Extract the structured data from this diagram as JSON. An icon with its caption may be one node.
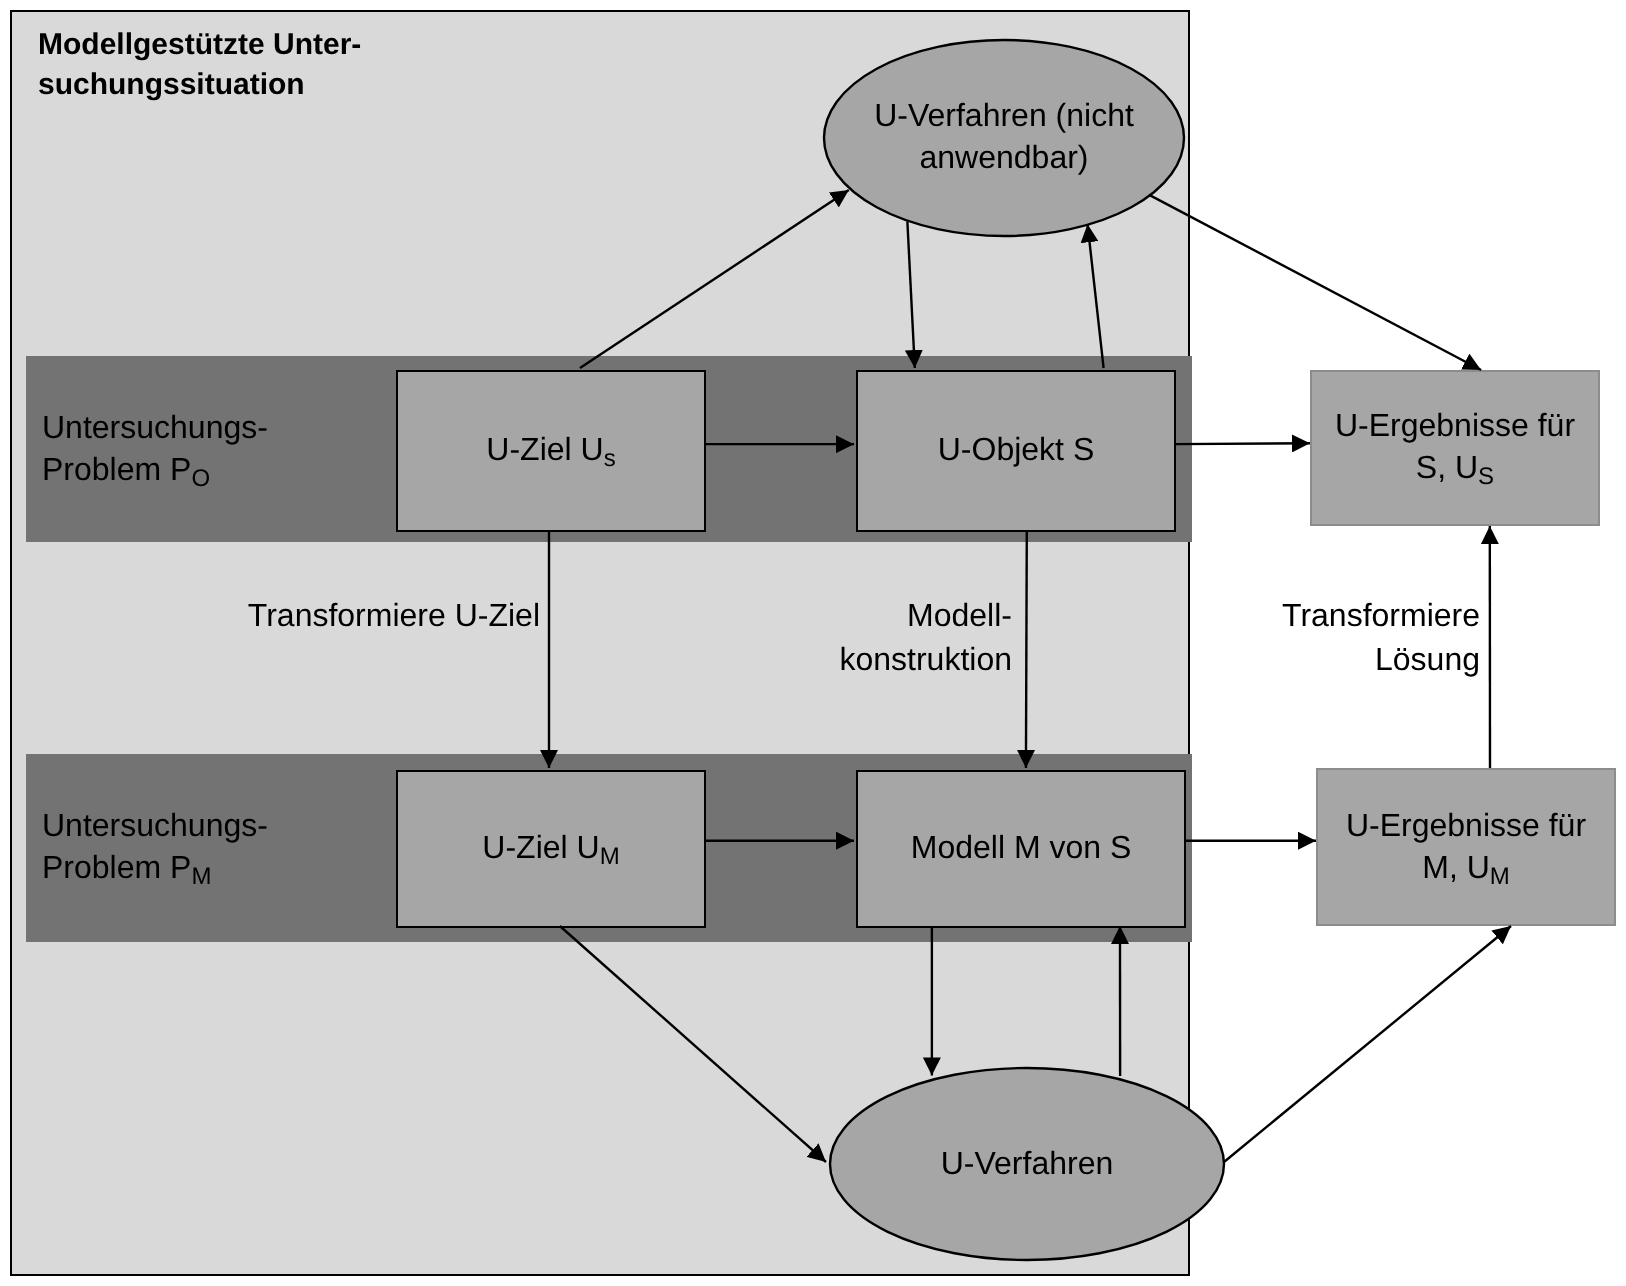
{
  "diagram": {
    "nodes": [
      {
        "text": [
          "Modellgestützte Unter- suchungssituation"
        ]
      },
      {
        "text": [
          "Untersuchungs- Problem P$_{O}$"
        ],
        "in": 0
      },
      {
        "text": [
          "U-Ziel U$_{s}$"
        ],
        "in": 1
      },
      {
        "text": [
          "U-Objekt S"
        ],
        "in": 1
      },
      {
        "text": [
          "U-Verfahren (nicht anwendbar)"
        ],
        "in": 0
      },
      {
        "text": [
          "U-Ergebnisse für S, U$_{S}$"
        ]
      },
      {
        "text": [
          "Untersuchungs- Problem P$_{M}$"
        ],
        "in": 0
      },
      {
        "text": [
          "U-Ziel U$_{M}$"
        ],
        "in": 6
      },
      {
        "text": [
          "Modell M von S"
        ],
        "in": 6
      },
      {
        "text": [
          "U-Verfahren"
        ],
        "in": 0
      },
      {
        "text": [
          "U-Ergebnisse für M, U$_{M}$"
        ]
      }
    ],
    "edges": [
      {
        "from": 2,
        "to": 4,
        "arrow": "to"
      },
      {
        "from": 4,
        "to": 3,
        "arrow": "to"
      },
      {
        "from": 3,
        "to": 4,
        "arrow": "to"
      },
      {
        "from": 2,
        "to": 3,
        "arrow": "to"
      },
      {
        "from": 3,
        "to": 5,
        "arrow": "to"
      },
      {
        "from": 4,
        "to": 5,
        "arrow": "to"
      },
      {
        "from": 2,
        "to": 7,
        "arrow": "to",
        "label": "Transformiere U-Ziel"
      },
      {
        "from": 3,
        "to": 8,
        "arrow": "to",
        "label": "Modell- konstruktion"
      },
      {
        "from": 10,
        "to": 5,
        "arrow": "to",
        "label": "Transformiere Lösung"
      },
      {
        "from": 7,
        "to": 8,
        "arrow": "to"
      },
      {
        "from": 8,
        "to": 10,
        "arrow": "to"
      },
      {
        "from": 7,
        "to": 9,
        "arrow": "to"
      },
      {
        "from": 8,
        "to": 9,
        "arrow": "to"
      },
      {
        "from": 9,
        "to": 8,
        "arrow": "to"
      },
      {
        "from": 9,
        "to": 10,
        "arrow": "to"
      }
    ]
  }
}
